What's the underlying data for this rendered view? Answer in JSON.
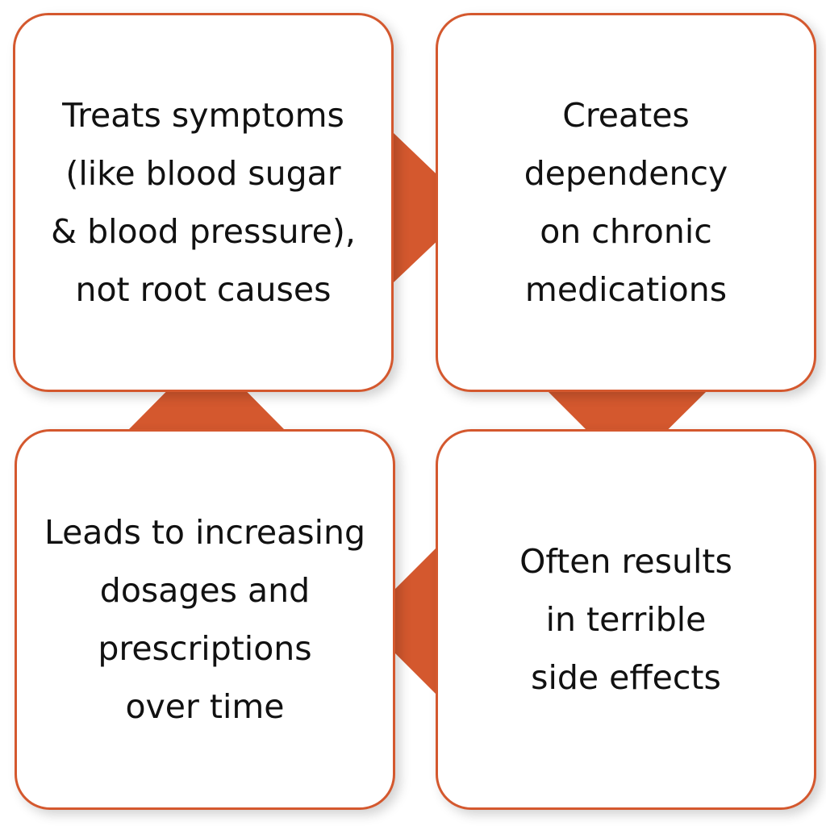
{
  "colors": {
    "accent": "#d4582e",
    "box_fill": "#ffffff",
    "text": "#111111"
  },
  "steps": [
    {
      "text": "Treats symptoms\n(like blood sugar\n& blood pressure),\nnot root causes"
    },
    {
      "text": "Creates\ndependency\non chronic\nmedications"
    },
    {
      "text": "Often results\nin terrible\nside effects"
    },
    {
      "text": "Leads to increasing\ndosages and\nprescriptions\nover time"
    }
  ],
  "arrows": [
    {
      "from": 1,
      "to": 2,
      "direction": "right"
    },
    {
      "from": 2,
      "to": 3,
      "direction": "down"
    },
    {
      "from": 3,
      "to": 4,
      "direction": "left"
    },
    {
      "from": 4,
      "to": 1,
      "direction": "up"
    }
  ]
}
